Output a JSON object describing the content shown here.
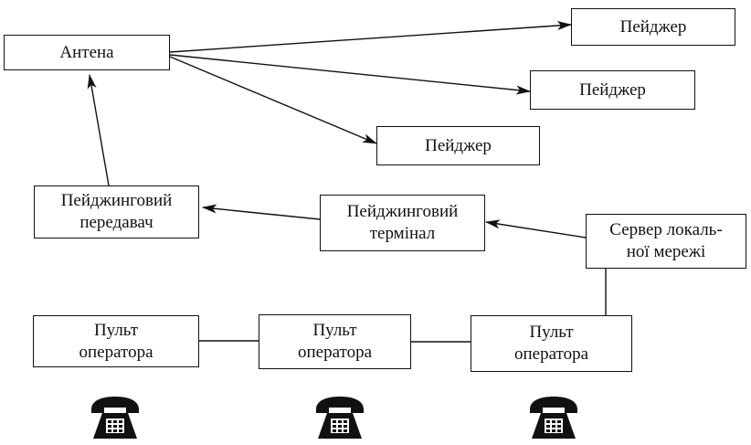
{
  "nodes": {
    "antenna": {
      "label": "Антена"
    },
    "pager_top": {
      "label": "Пейджер"
    },
    "pager_mid": {
      "label": "Пейджер"
    },
    "pager_low": {
      "label": "Пейджер"
    },
    "transmitter": {
      "line1": "Пейджинговий",
      "line2": "передавач"
    },
    "terminal": {
      "line1": "Пейджинговий",
      "line2": "термінал"
    },
    "server": {
      "line1": "Сервер локаль-",
      "line2": "ної мережі"
    },
    "console_1": {
      "line1": "Пульт",
      "line2": "оператора"
    },
    "console_2": {
      "line1": "Пульт",
      "line2": "оператора"
    },
    "console_3": {
      "line1": "Пульт",
      "line2": "оператора"
    }
  },
  "icons": {
    "phone": "telephone-icon"
  }
}
